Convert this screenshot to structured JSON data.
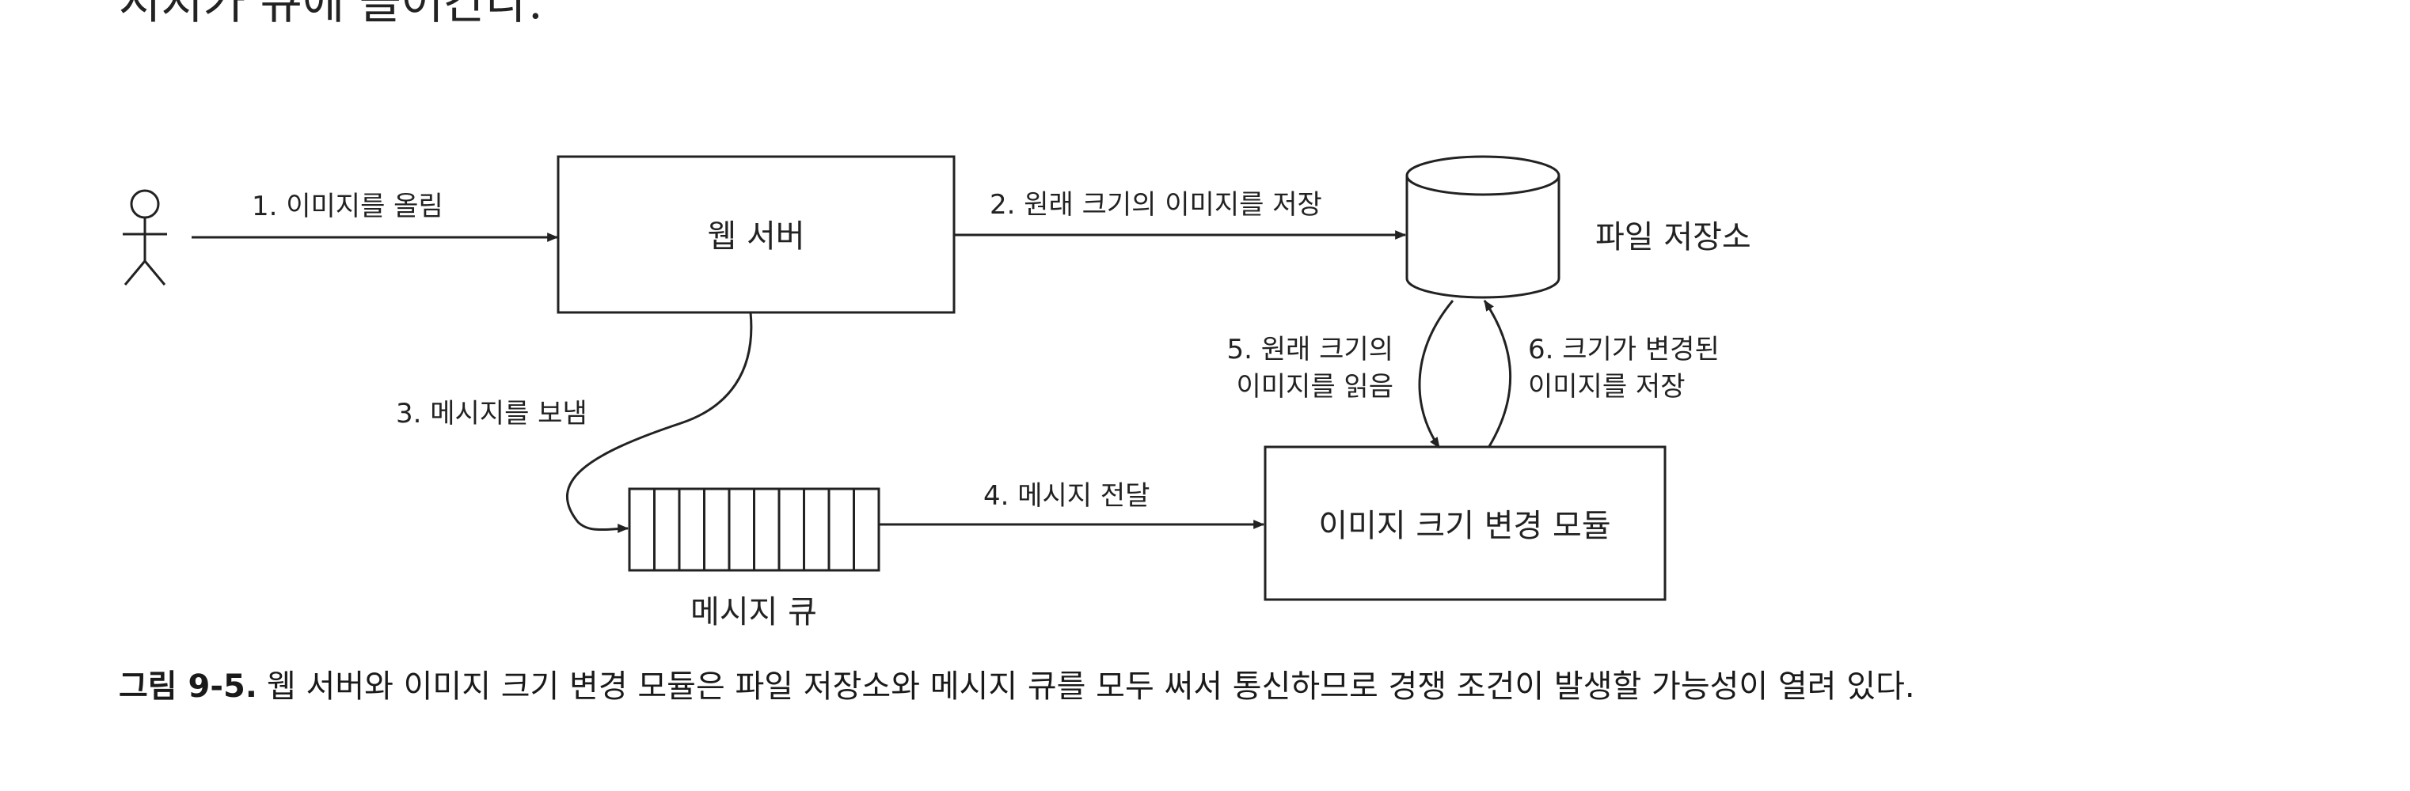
{
  "top_text": "시지가 큐에 들어간다.",
  "diagram": {
    "user_label": "",
    "step1": "1. 이미지를 올림",
    "web_server": "웹 서버",
    "step2": "2. 원래 크기의 이미지를 저장",
    "file_storage": "파일 저장소",
    "step3": "3. 메시지를 보냄",
    "message_queue": "메시지 큐",
    "step4": "4. 메시지 전달",
    "resize_module": "이미지 크기 변경 모듈",
    "step5_line1": "5. 원래 크기의",
    "step5_line2": "이미지를 읽음",
    "step6_line1": "6. 크기가 변경된",
    "step6_line2": "이미지를 저장"
  },
  "caption": {
    "label": "그림 9-5.",
    "text": "웹 서버와 이미지 크기 변경 모듈은 파일 저장소와 메시지 큐를 모두 써서 통신하므로 경쟁 조건이 발생할 가능성이 열려 있다."
  },
  "colors": {
    "line": "#222222",
    "background": "#ffffff"
  }
}
